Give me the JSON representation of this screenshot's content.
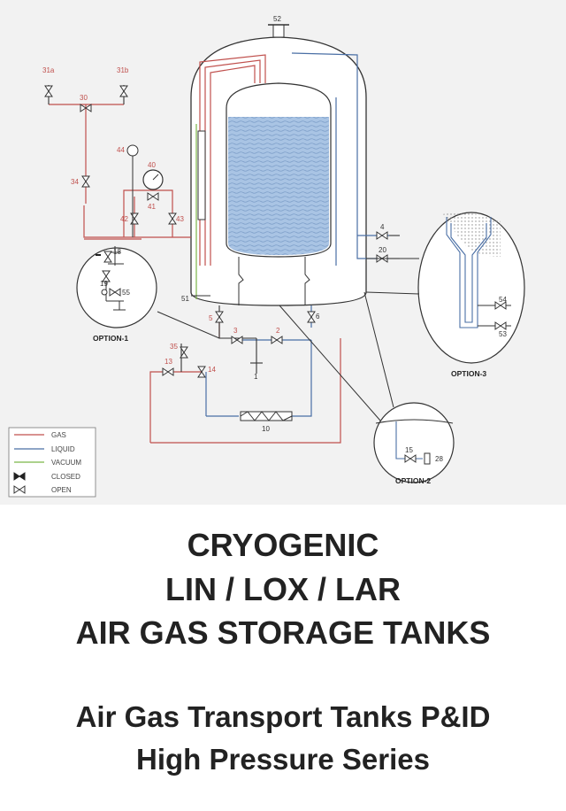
{
  "tags": {
    "n52": "52",
    "n31a": "31a",
    "n31b": "31b",
    "n30": "30",
    "n34": "34",
    "n44": "44",
    "n40": "40",
    "n41": "41",
    "n42": "42",
    "n43": "43",
    "n18": "18",
    "n19": "19",
    "n55": "55",
    "n51": "51",
    "n5": "5",
    "n6": "6",
    "n3": "3",
    "n2": "2",
    "n35": "35",
    "n13": "13",
    "n14": "14",
    "n1": "1",
    "n10": "10",
    "n4": "4",
    "n20": "20",
    "n54": "54",
    "n53": "53",
    "n15": "15",
    "n28": "28"
  },
  "options": {
    "o1": "OPTION-1",
    "o2": "OPTION-2",
    "o3": "OPTION-3"
  },
  "legend": {
    "gas": "GAS",
    "liquid": "LIQUID",
    "vacuum": "VACUUM",
    "closed": "CLOSED",
    "open": "OPEN"
  },
  "colors": {
    "gas": "#c0504d",
    "liquid": "#4a6fa5",
    "vacuum": "#7ab648",
    "line": "#333333",
    "tank_liquid": "#a9c4e4"
  },
  "titles": {
    "line1": "CRYOGENIC",
    "line2": "LIN / LOX / LAR",
    "line3": "AIR GAS STORAGE TANKS",
    "line4": "Air Gas Transport Tanks P&ID",
    "line5": "High Pressure Series"
  }
}
